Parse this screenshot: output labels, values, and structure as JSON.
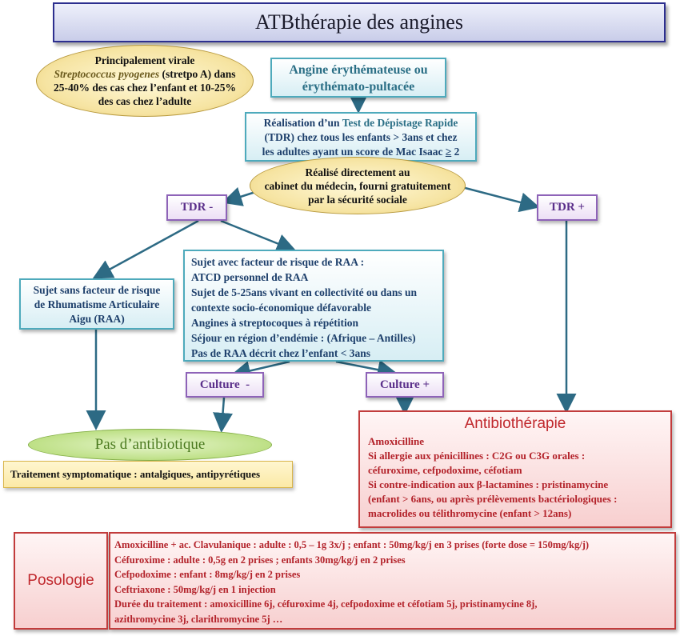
{
  "title": "ATBthérapie des angines",
  "intro": {
    "line1": "Principalement virale",
    "italic": "Streptococcus pyogenes",
    "line2_rest": " (stretpo A) dans",
    "line3": "25-40% des cas chez l’enfant et 10-25%",
    "line4": "des cas chez l’adulte"
  },
  "angine": {
    "line1": "Angine érythémateuse ou",
    "line2": "érythémato-pultacée"
  },
  "tdr_test": {
    "line1_a": "Réalisation d’un ",
    "line1_b": "Test de Dépistage Rapide",
    "line2": "(TDR) chez tous les enfants > 3ans et chez",
    "line3_a": "les adultes ayant un score de Mac Isaac ",
    "line3_b": "≥",
    "line3_c": " 2"
  },
  "cabinet": {
    "line1": "Réalisé directement au",
    "line2": "cabinet du médecin, fourni gratuitement",
    "line3": "par la sécurité sociale"
  },
  "tdr_minus": "TDR -",
  "tdr_plus": "TDR +",
  "sans_facteur": {
    "line1": "Sujet sans facteur de risque",
    "line2": "de Rhumatisme Articulaire",
    "line3": "Aigu (RAA)"
  },
  "avec_facteur": [
    "Sujet avec facteur de risque de RAA :",
    "ATCD personnel de RAA",
    "Sujet de 5-25ans vivant en collectivité ou dans un",
    "contexte socio-économique défavorable",
    "Angines à streptocoques à répétition",
    "Séjour en région d’endémie : (Afrique – Antilles)",
    "Pas de RAA décrit chez l’enfant < 3ans"
  ],
  "culture_minus": "Culture  -",
  "culture_plus": "Culture +",
  "pas_atb": "Pas d’antibiotique",
  "symptomatique": "Traitement symptomatique : antalgiques, antipyrétiques",
  "antibiotherapie": {
    "title": "Antibiothérapie",
    "lines": [
      "Amoxicilline",
      "Si allergie aux pénicillines : C2G ou C3G orales :",
      "céfuroxime, cefpodoxime, céfotiam",
      "Si contre-indication aux β-lactamines : pristinamycine",
      "(enfant > 6ans, ou après prélèvements bactériologiques :",
      "macrolides ou télithromycine (enfant > 12ans)"
    ]
  },
  "posologie": {
    "label": "Posologie",
    "lines": [
      "Amoxicilline + ac. Clavulanique : adulte : 0,5 – 1g 3x/j ; enfant : 50mg/kg/j en 3 prises (forte dose = 150mg/kg/j)",
      "Céfuroxime : adulte : 0,5g en 2 prises ; enfants 30mg/kg/j en 2 prises",
      "Cefpodoxime : enfant : 8mg/kg/j en 2 prises",
      "Ceftriaxone : 50mg/kg/j en 1 injection",
      "Durée du traitement : amoxicilline 6j, céfuroxime 4j, cefpodoxime et céfotiam 5j, pristinamycine 8j,",
      "azithromycine 3j, clarithromycine 5j …"
    ]
  },
  "colors": {
    "title_border": "#2d2f8f",
    "cyan_border": "#4eaabc",
    "purple_tag": "#8e63b8",
    "red_border": "#c23c3c",
    "arrow": "#2d6a84",
    "green_ellipse": "#b8dd7c",
    "yellow_box": "#fbe9a6"
  }
}
